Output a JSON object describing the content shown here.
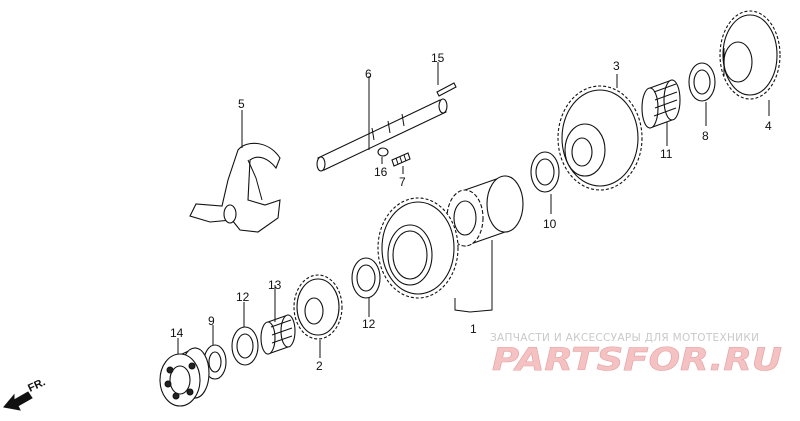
{
  "diagram": {
    "labels": {
      "p1": "1",
      "p2": "2",
      "p3": "3",
      "p4": "4",
      "p5": "5",
      "p6": "6",
      "p7": "7",
      "p8": "8",
      "p9": "9",
      "p10": "10",
      "p11": "11",
      "p12a": "12",
      "p12b": "12",
      "p13": "13",
      "p14": "14",
      "p15": "15",
      "p16": "16"
    },
    "direction_label": "FR."
  },
  "watermark": {
    "caption": "ЗАПЧАСТИ И АКСЕССУАРЫ ДЛЯ МОТОТЕХНИКИ",
    "logo": "PARTSFOR.RU"
  },
  "colors": {
    "line": "#111111",
    "watermark_text": "#c9c9c9",
    "watermark_logo": "#f4c2c2"
  }
}
